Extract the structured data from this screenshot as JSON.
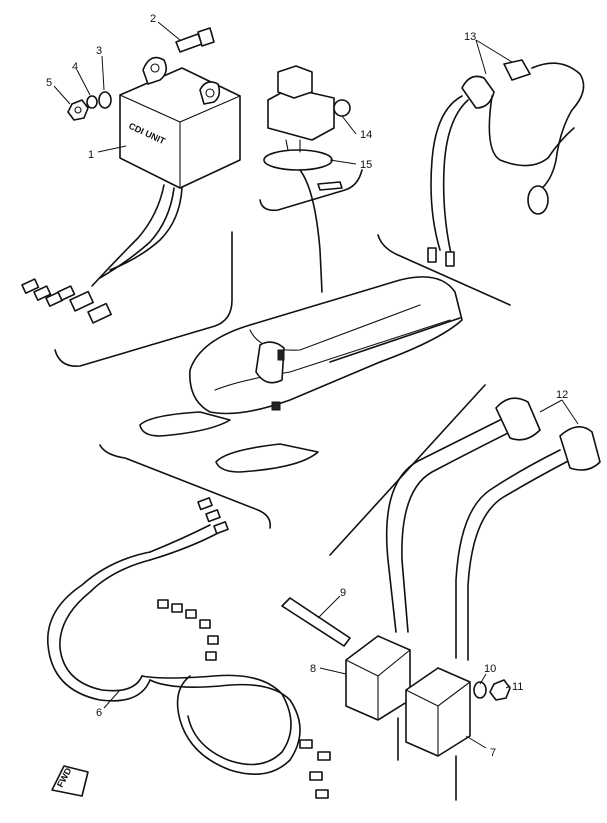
{
  "figure": {
    "callouts": [
      {
        "id": "c1",
        "label": "1"
      },
      {
        "id": "c2",
        "label": "2"
      },
      {
        "id": "c3",
        "label": "3"
      },
      {
        "id": "c4",
        "label": "4"
      },
      {
        "id": "c5",
        "label": "5"
      },
      {
        "id": "c6",
        "label": "6"
      },
      {
        "id": "c7",
        "label": "7"
      },
      {
        "id": "c8",
        "label": "8"
      },
      {
        "id": "c9",
        "label": "9"
      },
      {
        "id": "c10",
        "label": "10"
      },
      {
        "id": "c11",
        "label": "11"
      },
      {
        "id": "c12",
        "label": "12"
      },
      {
        "id": "c13",
        "label": "13"
      },
      {
        "id": "c14",
        "label": "14"
      },
      {
        "id": "c15",
        "label": "15"
      }
    ],
    "cdi_unit_text": "CDI UNIT",
    "direction_marker": "FWD"
  }
}
